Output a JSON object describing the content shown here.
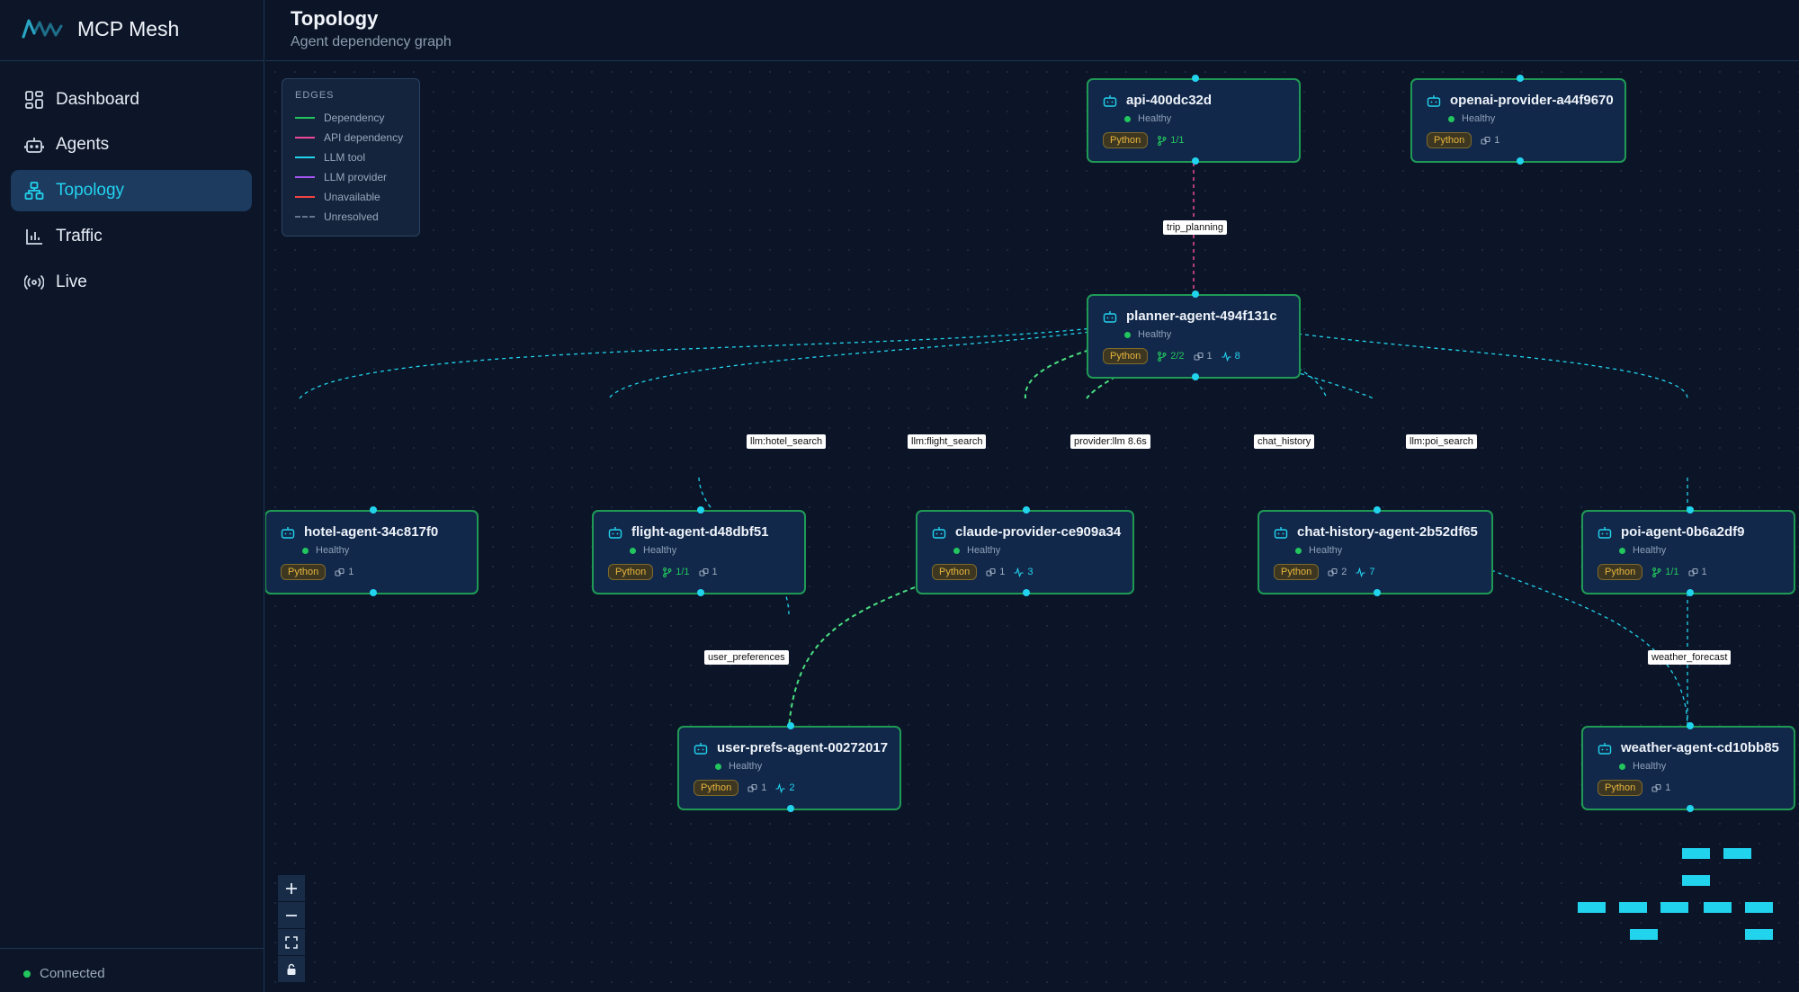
{
  "app": {
    "name": "MCP Mesh"
  },
  "sidebar": {
    "items": [
      {
        "label": "Dashboard",
        "icon": "dashboard-icon",
        "active": false
      },
      {
        "label": "Agents",
        "icon": "robot-icon",
        "active": false
      },
      {
        "label": "Topology",
        "icon": "topology-icon",
        "active": true
      },
      {
        "label": "Traffic",
        "icon": "bar-chart-icon",
        "active": false
      },
      {
        "label": "Live",
        "icon": "broadcast-icon",
        "active": false
      }
    ],
    "connection": {
      "label": "Connected",
      "color": "#22c55e"
    }
  },
  "header": {
    "title": "Topology",
    "subtitle": "Agent dependency graph"
  },
  "legend": {
    "title": "EDGES",
    "items": [
      {
        "label": "Dependency",
        "color": "#22c55e",
        "dashed": false
      },
      {
        "label": "API dependency",
        "color": "#ec4899",
        "dashed": false
      },
      {
        "label": "LLM tool",
        "color": "#22d3ee",
        "dashed": false
      },
      {
        "label": "LLM provider",
        "color": "#a855f7",
        "dashed": false
      },
      {
        "label": "Unavailable",
        "color": "#ef4444",
        "dashed": false
      },
      {
        "label": "Unresolved",
        "color": "#64748b",
        "dashed": true
      }
    ]
  },
  "nodes": [
    {
      "id": "api",
      "name": "api-400dc32d",
      "status": "Healthy",
      "runtime": "Python",
      "deps": "1/1"
    },
    {
      "id": "openai",
      "name": "openai-provider-a44f9670",
      "status": "Healthy",
      "runtime": "Python",
      "tools": "1"
    },
    {
      "id": "planner",
      "name": "planner-agent-494f131c",
      "status": "Healthy",
      "runtime": "Python",
      "deps": "2/2",
      "tools": "1",
      "llm": "8"
    },
    {
      "id": "hotel",
      "name": "hotel-agent-34c817f0",
      "status": "Healthy",
      "runtime": "Python",
      "tools": "1"
    },
    {
      "id": "flight",
      "name": "flight-agent-d48dbf51",
      "status": "Healthy",
      "runtime": "Python",
      "deps": "1/1",
      "tools": "1"
    },
    {
      "id": "claude",
      "name": "claude-provider-ce909a34",
      "status": "Healthy",
      "runtime": "Python",
      "tools": "1",
      "llm": "3"
    },
    {
      "id": "chat",
      "name": "chat-history-agent-2b52df65",
      "status": "Healthy",
      "runtime": "Python",
      "tools": "2",
      "llm": "7"
    },
    {
      "id": "poi",
      "name": "poi-agent-0b6a2df9",
      "status": "Healthy",
      "runtime": "Python",
      "deps": "1/1",
      "tools": "1"
    },
    {
      "id": "userprefs",
      "name": "user-prefs-agent-00272017",
      "status": "Healthy",
      "runtime": "Python",
      "tools": "1",
      "llm": "2"
    },
    {
      "id": "weather",
      "name": "weather-agent-cd10bb85",
      "status": "Healthy",
      "runtime": "Python",
      "tools": "1"
    }
  ],
  "edge_labels": {
    "trip_planning": "trip_planning",
    "hotel_search": "llm:hotel_search",
    "flight_search": "llm:flight_search",
    "provider_llm": "provider:llm 8.6s",
    "chat_history": "chat_history",
    "poi_search": "llm:poi_search",
    "user_preferences": "user_preferences",
    "weather_forecast": "weather_forecast"
  },
  "controls": [
    {
      "name": "zoom-in",
      "icon": "plus-icon"
    },
    {
      "name": "zoom-out",
      "icon": "minus-icon"
    },
    {
      "name": "fit-view",
      "icon": "fullscreen-icon"
    },
    {
      "name": "lock",
      "icon": "lock-icon"
    }
  ],
  "colors": {
    "accent": "#22d3ee",
    "healthy": "#22c55e",
    "node_border": "#1f9a55",
    "api_dependency": "#ec4899"
  }
}
